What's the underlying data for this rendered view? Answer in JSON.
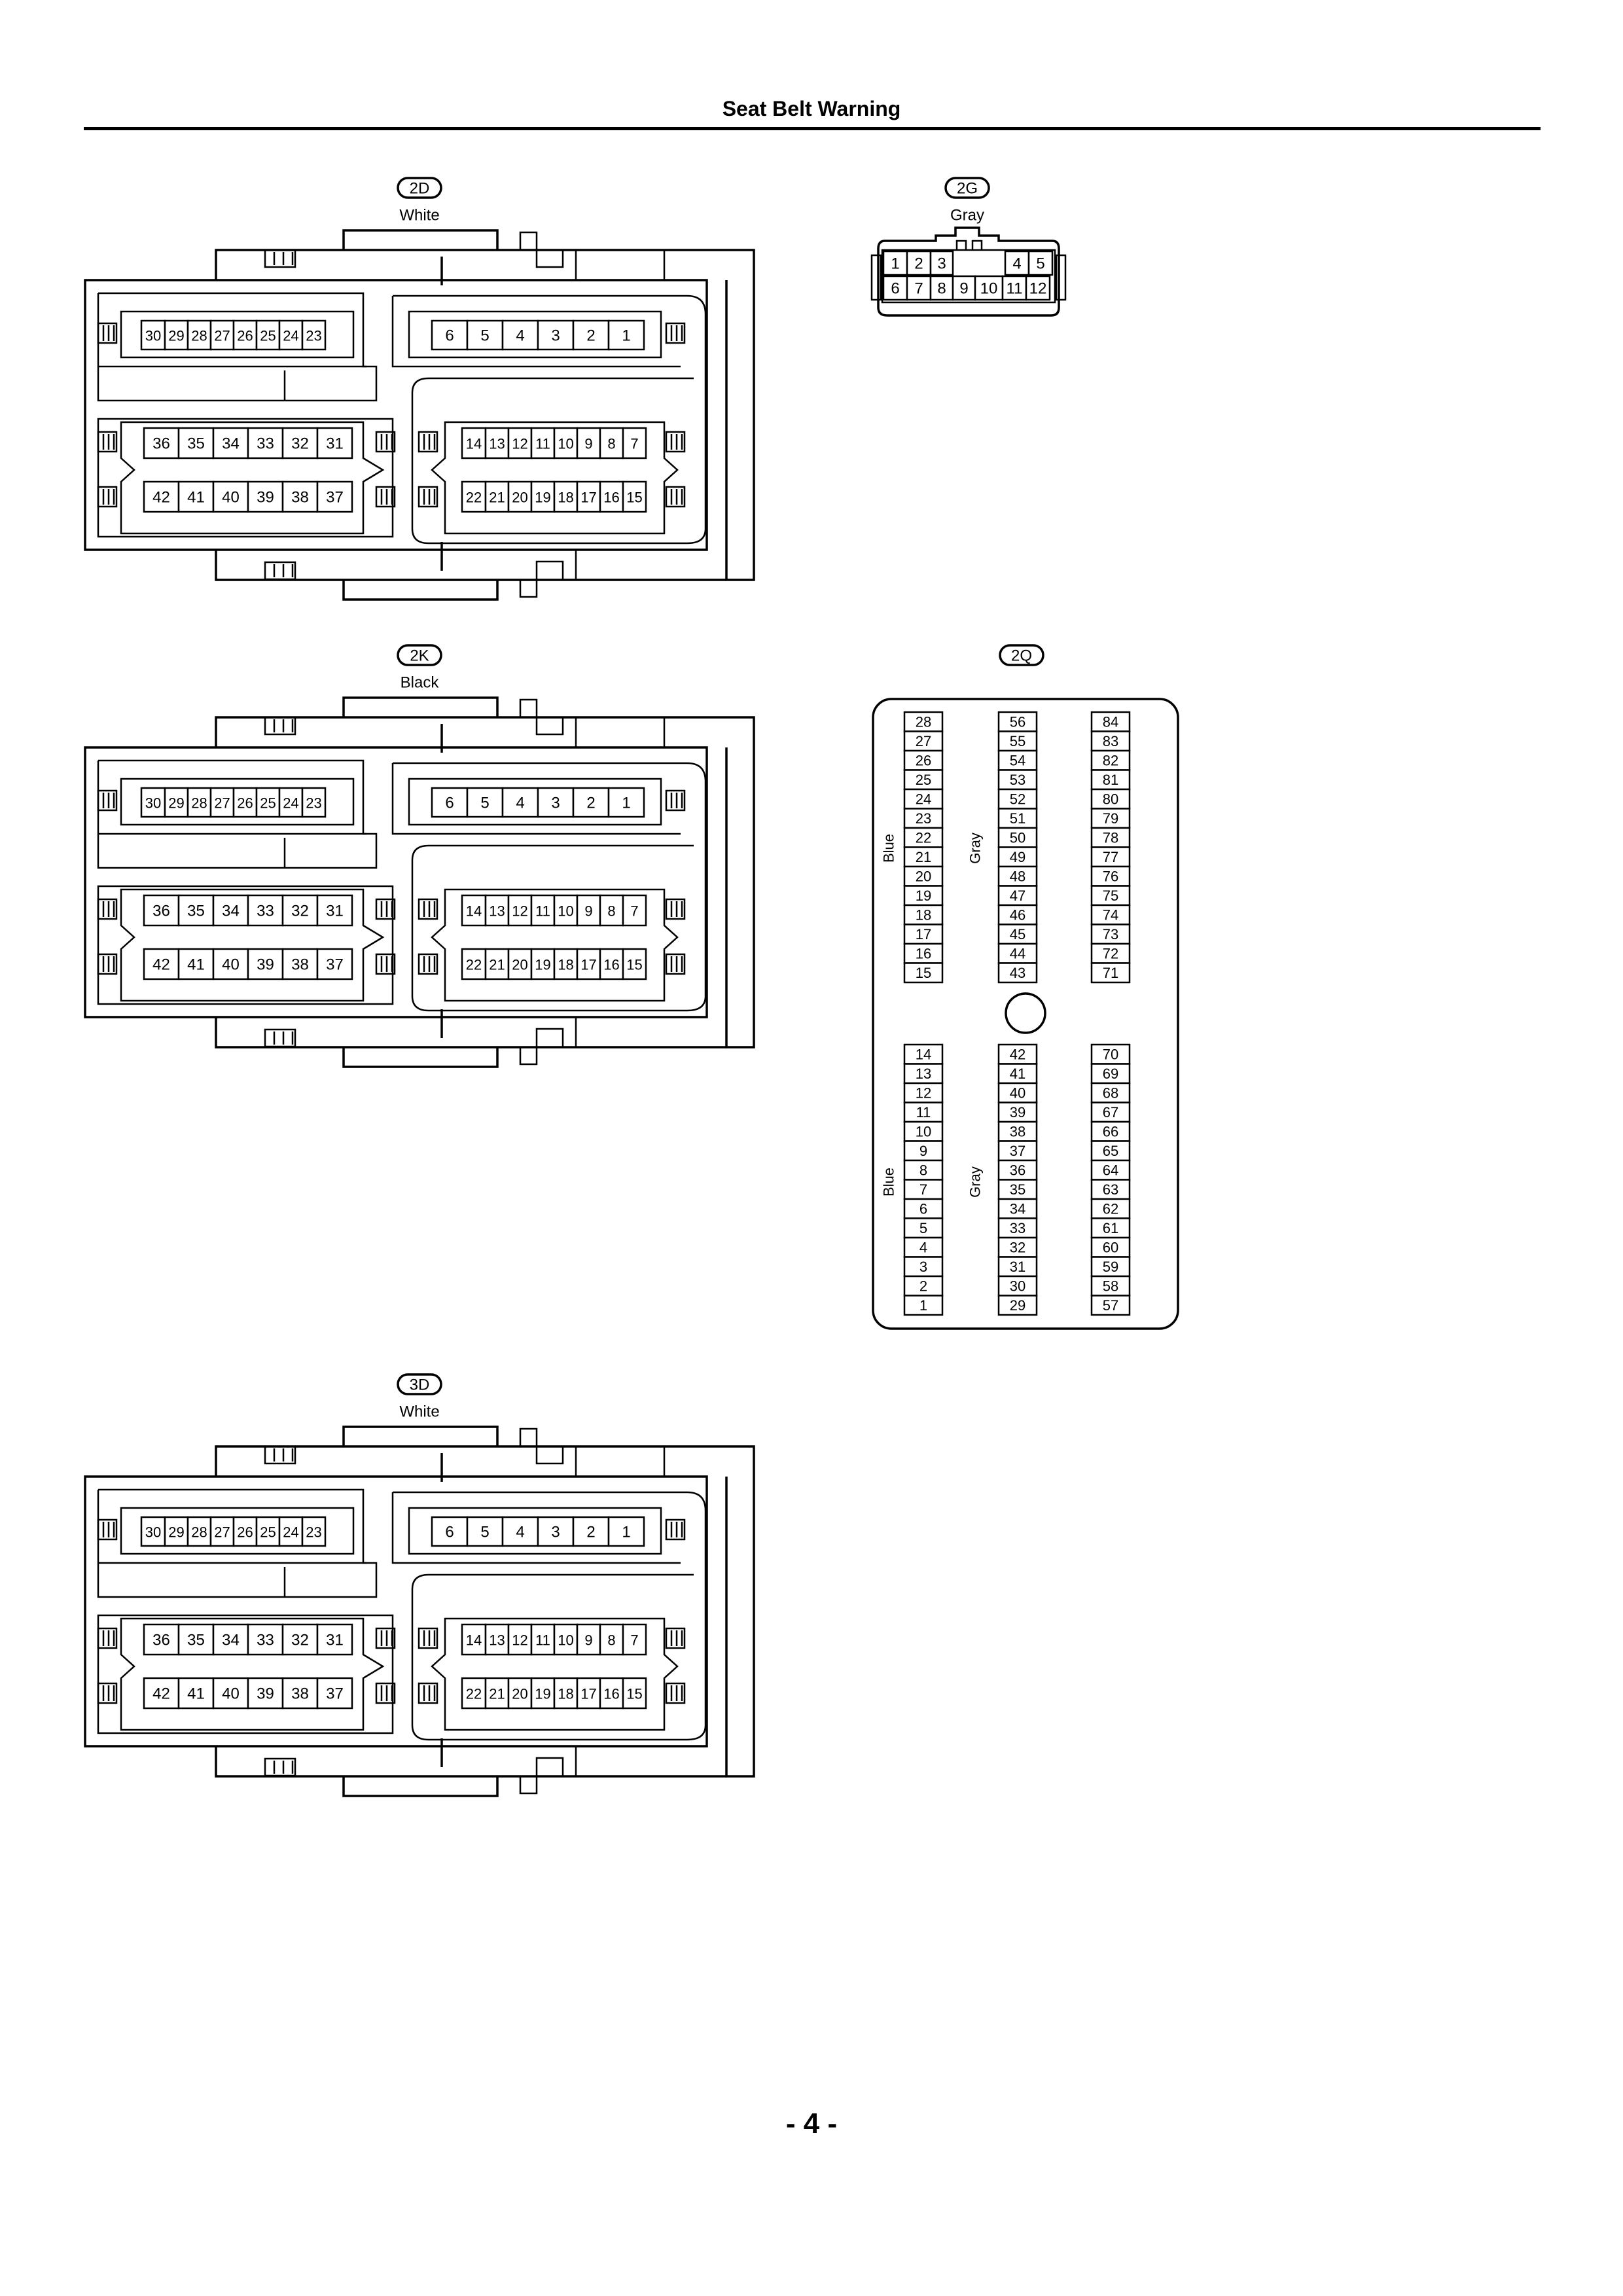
{
  "page": {
    "title": "Seat Belt Warning",
    "page_number": "- 4 -"
  },
  "connectors": [
    {
      "code": "2D",
      "color": "White",
      "type": "42-pin",
      "rows": {
        "top_left": [
          "30",
          "29",
          "28",
          "27",
          "26",
          "25",
          "24",
          "23"
        ],
        "top_right": [
          "6",
          "5",
          "4",
          "3",
          "2",
          "1"
        ],
        "mid_left": [
          "36",
          "35",
          "34",
          "33",
          "32",
          "31"
        ],
        "mid_right": [
          "14",
          "13",
          "12",
          "11",
          "10",
          "9",
          "8",
          "7"
        ],
        "bot_left": [
          "42",
          "41",
          "40",
          "39",
          "38",
          "37"
        ],
        "bot_right": [
          "22",
          "21",
          "20",
          "19",
          "18",
          "17",
          "16",
          "15"
        ]
      }
    },
    {
      "code": "2G",
      "color": "Gray",
      "type": "12-pin",
      "rows": {
        "top_a": [
          "1",
          "2",
          "3"
        ],
        "top_b": [
          "4",
          "5"
        ],
        "bottom": [
          "6",
          "7",
          "8",
          "9",
          "10",
          "11",
          "12"
        ]
      }
    },
    {
      "code": "2K",
      "color": "Black",
      "type": "42-pin",
      "rows": {
        "top_left": [
          "30",
          "29",
          "28",
          "27",
          "26",
          "25",
          "24",
          "23"
        ],
        "top_right": [
          "6",
          "5",
          "4",
          "3",
          "2",
          "1"
        ],
        "mid_left": [
          "36",
          "35",
          "34",
          "33",
          "32",
          "31"
        ],
        "mid_right": [
          "14",
          "13",
          "12",
          "11",
          "10",
          "9",
          "8",
          "7"
        ],
        "bot_left": [
          "42",
          "41",
          "40",
          "39",
          "38",
          "37"
        ],
        "bot_right": [
          "22",
          "21",
          "20",
          "19",
          "18",
          "17",
          "16",
          "15"
        ]
      }
    },
    {
      "code": "2Q",
      "color": "",
      "type": "84-pin",
      "side_labels": [
        "Blue",
        "Gray"
      ],
      "columns": {
        "c1_top": [
          "28",
          "27",
          "26",
          "25",
          "24",
          "23",
          "22",
          "21",
          "20",
          "19",
          "18",
          "17",
          "16",
          "15"
        ],
        "c2_top": [
          "56",
          "55",
          "54",
          "53",
          "52",
          "51",
          "50",
          "49",
          "48",
          "47",
          "46",
          "45",
          "44",
          "43"
        ],
        "c3_top": [
          "84",
          "83",
          "82",
          "81",
          "80",
          "79",
          "78",
          "77",
          "76",
          "75",
          "74",
          "73",
          "72",
          "71"
        ],
        "c1_bot": [
          "14",
          "13",
          "12",
          "11",
          "10",
          "9",
          "8",
          "7",
          "6",
          "5",
          "4",
          "3",
          "2",
          "1"
        ],
        "c2_bot": [
          "42",
          "41",
          "40",
          "39",
          "38",
          "37",
          "36",
          "35",
          "34",
          "33",
          "32",
          "31",
          "30",
          "29"
        ],
        "c3_bot": [
          "70",
          "69",
          "68",
          "67",
          "66",
          "65",
          "64",
          "63",
          "62",
          "61",
          "60",
          "59",
          "58",
          "57"
        ]
      }
    },
    {
      "code": "3D",
      "color": "White",
      "type": "42-pin",
      "rows": {
        "top_left": [
          "30",
          "29",
          "28",
          "27",
          "26",
          "25",
          "24",
          "23"
        ],
        "top_right": [
          "6",
          "5",
          "4",
          "3",
          "2",
          "1"
        ],
        "mid_left": [
          "36",
          "35",
          "34",
          "33",
          "32",
          "31"
        ],
        "mid_right": [
          "14",
          "13",
          "12",
          "11",
          "10",
          "9",
          "8",
          "7"
        ],
        "bot_left": [
          "42",
          "41",
          "40",
          "39",
          "38",
          "37"
        ],
        "bot_right": [
          "22",
          "21",
          "20",
          "19",
          "18",
          "17",
          "16",
          "15"
        ]
      }
    }
  ]
}
